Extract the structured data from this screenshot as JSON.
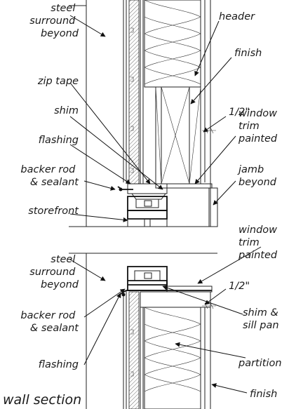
{
  "title": "wall section",
  "labels_left": {
    "steel_surround_top": [
      "steel",
      "surround",
      "beyond"
    ],
    "zip_tape": "zip tape",
    "shim": "shim",
    "flashing_top": "flashing",
    "backer_rod_top": [
      "backer rod",
      "& sealant"
    ],
    "storefront": "storefront",
    "steel_surround_bottom": [
      "steel",
      "surround",
      "beyond"
    ],
    "backer_rod_bottom": [
      "backer rod",
      "& sealant"
    ],
    "flashing_bottom": "flashing"
  },
  "labels_right": {
    "header": "header",
    "finish_top": "finish",
    "half_inch_top": "1/2\"",
    "window_trim_top": [
      "window",
      "trim",
      "painted"
    ],
    "jamb": [
      "jamb",
      "beyond"
    ],
    "window_trim_bottom": [
      "window",
      "trim",
      "painted"
    ],
    "half_inch_bottom": "1/2\"",
    "shim_sill": [
      "shim &",
      "sill pan"
    ],
    "partition": "partition",
    "finish_bottom": "finish"
  },
  "colors": {
    "ink": "#1a1a1a",
    "background": "#ffffff"
  }
}
